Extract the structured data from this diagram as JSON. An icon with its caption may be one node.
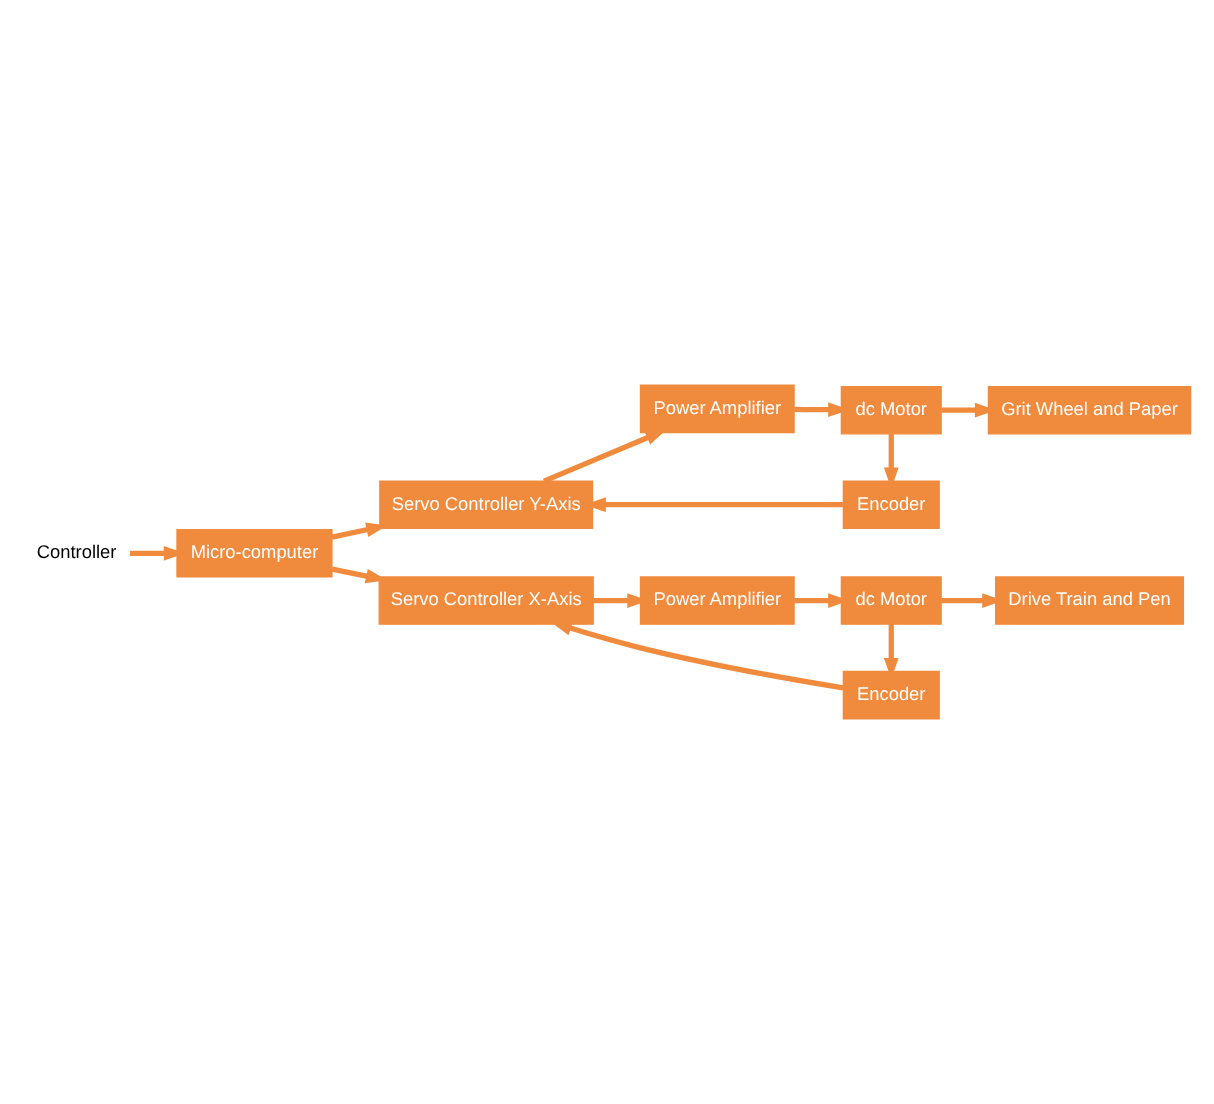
{
  "diagram": {
    "nodes": [
      {
        "text": [
          "Controller"
        ]
      },
      {
        "text": [
          "Micro-computer"
        ]
      },
      {
        "text": [
          "Servo Controller Y-Axis"
        ]
      },
      {
        "text": [
          "Power Amplifier"
        ]
      },
      {
        "text": [
          "dc Motor"
        ]
      },
      {
        "text": [
          "Grit Wheel and Paper"
        ]
      },
      {
        "text": [
          "Encoder"
        ]
      },
      {
        "text": [
          "Servo Controller X-Axis"
        ]
      },
      {
        "text": [
          "Power Amplifier"
        ]
      },
      {
        "text": [
          "dc Motor"
        ]
      },
      {
        "text": [
          "Drive Train and Pen"
        ]
      },
      {
        "text": [
          "Encoder"
        ]
      }
    ],
    "edges": [
      {
        "from": 0,
        "to": 1,
        "arrow": "to"
      },
      {
        "from": 1,
        "to": 2,
        "arrow": "to"
      },
      {
        "from": 1,
        "to": 7,
        "arrow": "to"
      },
      {
        "from": 2,
        "to": 3,
        "arrow": "to"
      },
      {
        "from": 3,
        "to": 4,
        "arrow": "to"
      },
      {
        "from": 4,
        "to": 5,
        "arrow": "to"
      },
      {
        "from": 4,
        "to": 6,
        "arrow": "to"
      },
      {
        "from": 6,
        "to": 2,
        "arrow": "to"
      },
      {
        "from": 7,
        "to": 8,
        "arrow": "to"
      },
      {
        "from": 8,
        "to": 9,
        "arrow": "to"
      },
      {
        "from": 9,
        "to": 10,
        "arrow": "to"
      },
      {
        "from": 9,
        "to": 11,
        "arrow": "to"
      },
      {
        "from": 11,
        "to": 7,
        "arrow": "to"
      }
    ]
  }
}
